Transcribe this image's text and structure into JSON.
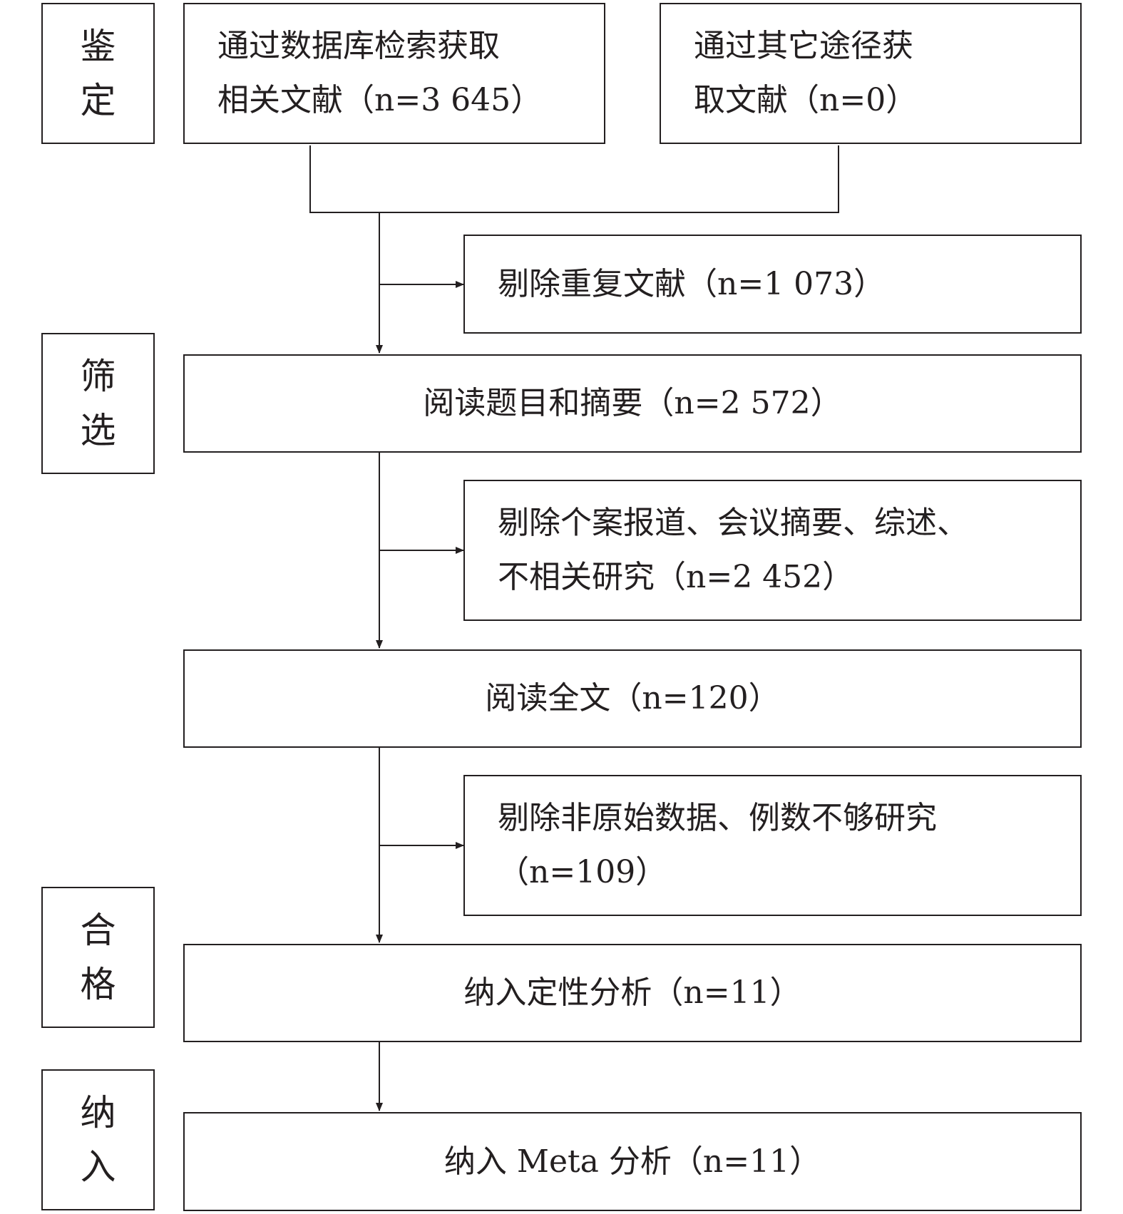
{
  "diagram": {
    "stages": [
      {
        "id": "identification",
        "chars": [
          "鉴",
          "定"
        ]
      },
      {
        "id": "screening",
        "chars": [
          "筛",
          "选"
        ]
      },
      {
        "id": "eligibility",
        "chars": [
          "合",
          "格"
        ]
      },
      {
        "id": "included",
        "chars": [
          "纳",
          "入"
        ]
      }
    ],
    "nodes": {
      "database_search": {
        "lines": [
          "通过数据库检索获取",
          "相关文献（n=3 645）"
        ]
      },
      "other_sources": {
        "lines": [
          "通过其它途径获",
          "取文献（n=0）"
        ]
      },
      "duplicates_removed": {
        "lines": [
          "剔除重复文献（n=1 073）"
        ]
      },
      "title_abstract": {
        "lines": [
          "阅读题目和摘要（n=2 572）"
        ]
      },
      "excluded_reports": {
        "lines": [
          "剔除个案报道、会议摘要、综述、",
          "不相关研究（n=2 452）"
        ]
      },
      "full_text": {
        "lines": [
          "阅读全文（n=120）"
        ]
      },
      "excluded_nonoriginal": {
        "lines": [
          "剔除非原始数据、例数不够研究",
          "（n=109）"
        ]
      },
      "qualitative": {
        "lines": [
          "纳入定性分析（n=11）"
        ]
      },
      "meta_analysis": {
        "lines": [
          "纳入 Meta 分析（n=11）"
        ]
      }
    },
    "colors": {
      "stroke": "#231f20",
      "background": "#ffffff"
    }
  }
}
